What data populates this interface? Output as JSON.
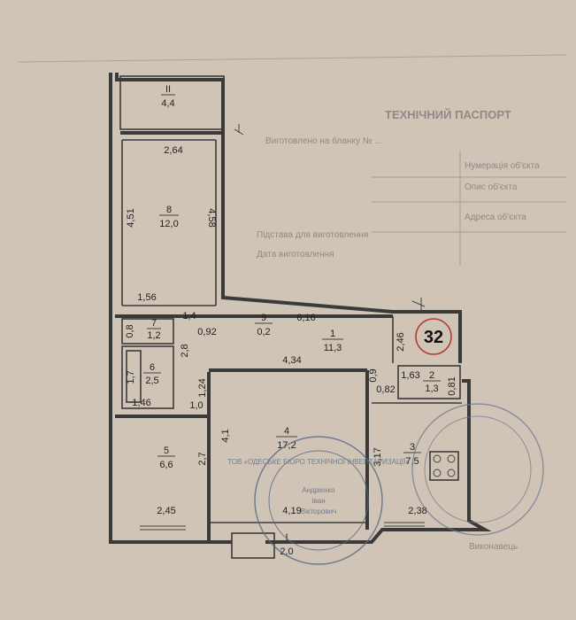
{
  "background_text": {
    "heading": "ТЕХНІЧНИЙ ПАСПОРТ",
    "lines": [
      "Виготовлено на бланку № ...",
      "Нумерація об'єкта",
      "Опис об'єкта",
      "Адреса об'єкта",
      "Підстава для виготовлення",
      "Дата виготовлення",
      "Виконавець"
    ]
  },
  "apartment_number": "32",
  "rooms": [
    {
      "num": "II",
      "area": "4,4"
    },
    {
      "num": "8",
      "area": "12,0"
    },
    {
      "num": "7",
      "area": "1,2"
    },
    {
      "num": "6",
      "area": "2,5"
    },
    {
      "num": "5",
      "area": "6,6"
    },
    {
      "num": "9",
      "area": "0,2"
    },
    {
      "num": "1",
      "area": "11,3"
    },
    {
      "num": "4",
      "area": "17,2"
    },
    {
      "num": "2",
      "area": "1,3"
    },
    {
      "num": "3",
      "area": "7,5"
    },
    {
      "num": "I",
      "area": "2,0"
    }
  ],
  "dimensions": {
    "d_2_64": "2,64",
    "d_4_51": "4,51",
    "d_4_58": "4,58",
    "d_1_56": "1,56",
    "d_6_16": "6,16",
    "d_0_92": "0,92",
    "d_1_4": "1,4",
    "d_0_8": "0,8",
    "d_2_8": "2,8",
    "d_1_7": "1,7",
    "d_1_46": "1,46",
    "d_1_24": "1,24",
    "d_1_0": "1,0",
    "d_4_34": "4,34",
    "d_0_9": "0,9",
    "d_2_46": "2,46",
    "d_1_63": "1,63",
    "d_0_81": "0,81",
    "d_0_82": "0,82",
    "d_4_1": "4,1",
    "d_2_7": "2,7",
    "d_3_17": "3,17",
    "d_2_45": "2,45",
    "d_4_19": "4,19",
    "d_2_38": "2,38"
  },
  "stamp": {
    "ring_text": "ТОВ «ОДЕСЬКЕ БЮРО ТЕХНІЧНОЇ ІНВЕНТАРИЗАЦІЇ»",
    "name_line1": "Андрієнко",
    "name_line2": "Іван",
    "name_line3": "Вікторович"
  },
  "colors": {
    "paper": "#cfc4b6",
    "ink": "#3a3a3a",
    "circle_red": "#b23a3a",
    "stamp_blue": "#5a6a86"
  }
}
